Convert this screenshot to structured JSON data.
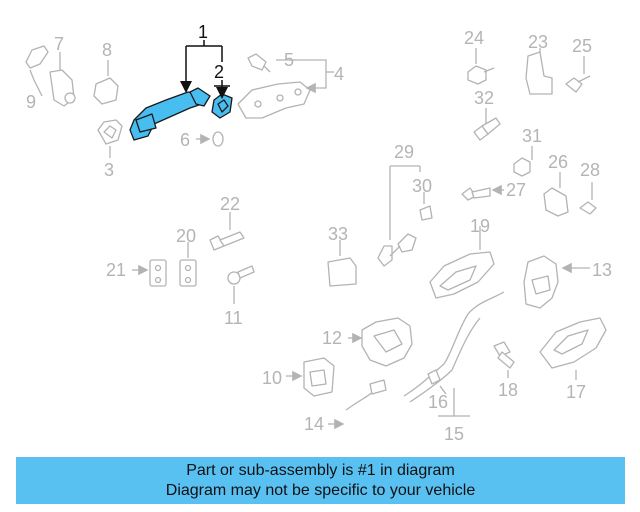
{
  "diagram": {
    "callouts": [
      "1",
      "2",
      "3",
      "4",
      "5",
      "6",
      "7",
      "8",
      "9",
      "10",
      "11",
      "12",
      "13",
      "14",
      "15",
      "16",
      "17",
      "18",
      "19",
      "20",
      "21",
      "22",
      "23",
      "24",
      "25",
      "26",
      "27",
      "28",
      "29",
      "30",
      "31",
      "32",
      "33"
    ],
    "highlighted_callout": "1",
    "colors": {
      "highlight": "#48bdf0",
      "banner": "#58c1f2",
      "part_outline": "#b3b3b3"
    }
  },
  "banner": {
    "line1": "Part or sub-assembly is #1 in diagram",
    "line2": "Diagram may not be specific to your vehicle"
  }
}
